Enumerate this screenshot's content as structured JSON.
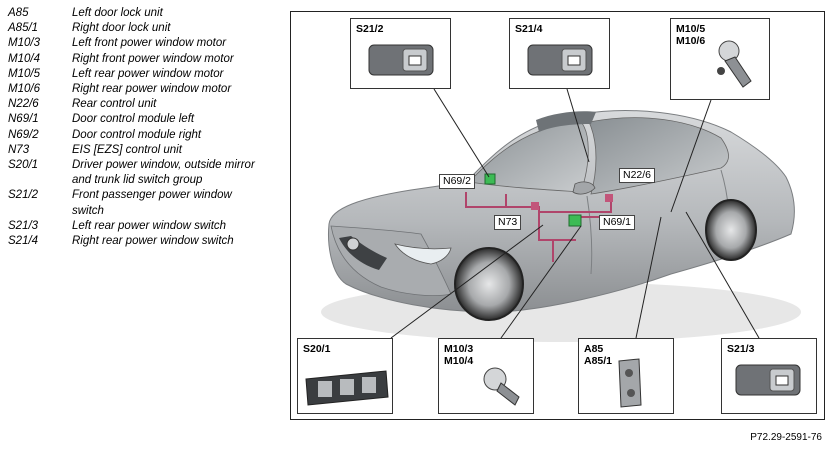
{
  "legend": [
    {
      "code": "A85",
      "desc": "Left door lock unit"
    },
    {
      "code": "A85/1",
      "desc": "Right door lock unit"
    },
    {
      "code": "M10/3",
      "desc": "Left front power window motor"
    },
    {
      "code": "M10/4",
      "desc": "Right front power window motor"
    },
    {
      "code": "M10/5",
      "desc": "Left rear power window motor"
    },
    {
      "code": "M10/6",
      "desc": "Right rear power window motor"
    },
    {
      "code": "N22/6",
      "desc": "Rear control unit"
    },
    {
      "code": "N69/1",
      "desc": "Door control module left"
    },
    {
      "code": "N69/2",
      "desc": "Door control module right"
    },
    {
      "code": "N73",
      "desc": "EIS [EZS] control unit"
    },
    {
      "code": "S20/1",
      "desc": "Driver power window, outside mirror and trunk lid switch group"
    },
    {
      "code": "S21/2",
      "desc": "Front passenger power window switch"
    },
    {
      "code": "S21/3",
      "desc": "Left rear power window switch"
    },
    {
      "code": "S21/4",
      "desc": "Right rear power window switch"
    }
  ],
  "callouts": {
    "s21_2": "S21/2",
    "s21_4": "S21/4",
    "m10_5_6": "M10/5\nM10/6",
    "s20_1": "S20/1",
    "m10_3_4": "M10/3\nM10/4",
    "a85": "A85\nA85/1",
    "s21_3": "S21/3"
  },
  "tags": {
    "n69_2": "N69/2",
    "n22_6": "N22/6",
    "n73": "N73",
    "n69_1": "N69/1"
  },
  "figure_ref": "P72.29-2591-76",
  "colors": {
    "wiring": "#b0456b",
    "module_green": "#3dbb55",
    "car_body": "#b9bcbf"
  }
}
